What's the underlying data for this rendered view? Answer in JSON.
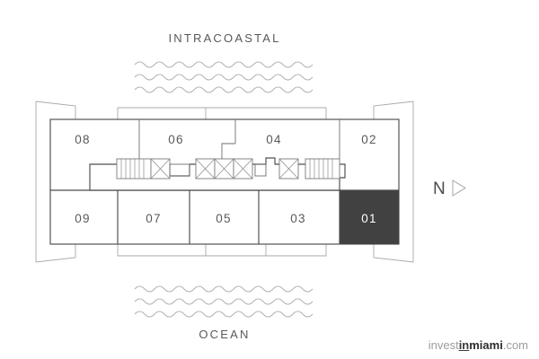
{
  "page": {
    "title": "Floor Plan Key Plate",
    "background_color": "#ffffff"
  },
  "labels": {
    "top_water": "INTRACOASTAL",
    "bottom_water": "OCEAN"
  },
  "compass": {
    "letter": "N",
    "arrow_glyph": "triangle-right",
    "direction": "east"
  },
  "colors": {
    "highlight_fill": "#414141",
    "highlight_text": "#ffffff",
    "wall": "#4d4d4d",
    "inner_wall": "#6e6e6e",
    "balcony": "#a8a8a8",
    "wave": "#b3b3b3",
    "text": "#58595b"
  },
  "units": {
    "top_row": [
      {
        "id": "08",
        "label": "08",
        "highlighted": false
      },
      {
        "id": "06",
        "label": "06",
        "highlighted": false
      },
      {
        "id": "04",
        "label": "04",
        "highlighted": false
      },
      {
        "id": "02",
        "label": "02",
        "highlighted": false
      }
    ],
    "bottom_row": [
      {
        "id": "09",
        "label": "09",
        "highlighted": false
      },
      {
        "id": "07",
        "label": "07",
        "highlighted": false
      },
      {
        "id": "05",
        "label": "05",
        "highlighted": false
      },
      {
        "id": "03",
        "label": "03",
        "highlighted": false
      },
      {
        "id": "01",
        "label": "01",
        "highlighted": true
      }
    ]
  },
  "core": {
    "elevator_count": 5,
    "stair_count": 2
  },
  "waves": {
    "top_rows": 3,
    "bottom_rows": 3
  },
  "logo": {
    "part1": "invest",
    "part2": "in",
    "part3": "miami",
    "part4": ".com"
  }
}
